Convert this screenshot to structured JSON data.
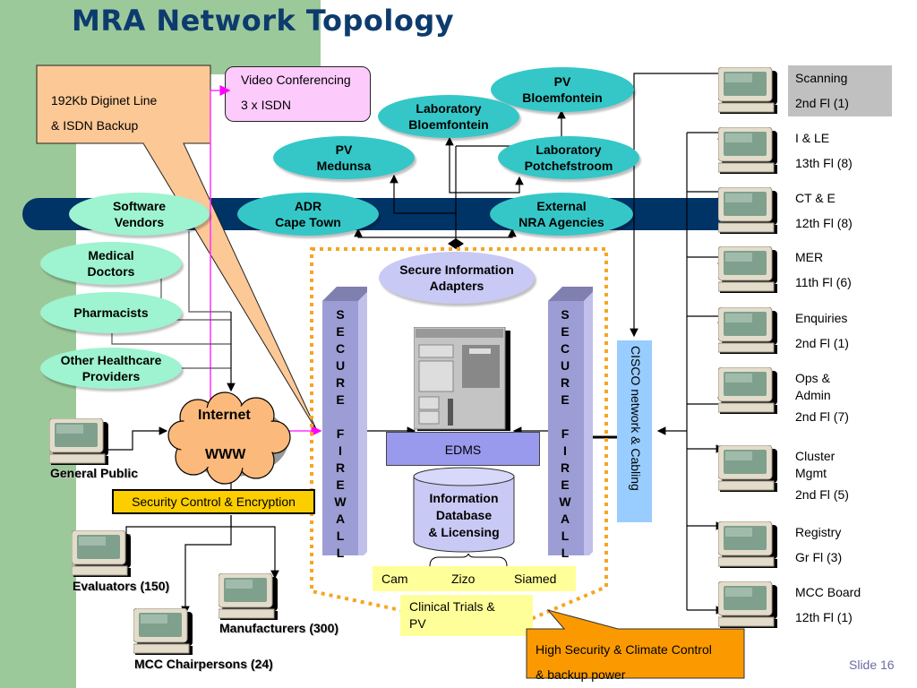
{
  "title": "MRA Network Topology",
  "slide_number": "Slide 16",
  "callouts": {
    "diginet": [
      "192Kb Diginet Line",
      " & ISDN Backup"
    ],
    "video_conf": [
      "Video Conferencing",
      "3 x ISDN"
    ],
    "security": "Security Control & Encryption",
    "high_security": [
      "High Security & Climate Control",
      "& backup power"
    ]
  },
  "external_nodes": {
    "pv_bloemfontein": [
      "PV",
      "Bloemfontein"
    ],
    "lab_bloemfontein": [
      "Laboratory",
      "Bloemfontein"
    ],
    "pv_medunsa": [
      "PV",
      "Medunsa"
    ],
    "lab_potchefstroom": [
      "Laboratory",
      "Potchefstroom"
    ],
    "adr_cape_town": [
      "ADR",
      "Cape Town"
    ],
    "external_nra": [
      "External",
      "NRA Agencies"
    ]
  },
  "stakeholders": {
    "software_vendors": [
      "Software",
      "Vendors"
    ],
    "medical_doctors": [
      "Medical",
      "Doctors"
    ],
    "pharmacists": "Pharmacists",
    "other_healthcare": [
      "Other Healthcare",
      "Providers"
    ]
  },
  "internet": {
    "line1": "Internet",
    "line2": "WWW"
  },
  "public_clients": {
    "general_public": "General Public",
    "evaluators": "Evaluators (150)",
    "manufacturers": "Manufacturers (300)",
    "mcc_chairpersons": "MCC Chairpersons (24)"
  },
  "core": {
    "secure_adapters": [
      "Secure Information",
      "Adapters"
    ],
    "firewall_letters": [
      "S",
      "E",
      "C",
      "U",
      "R",
      "E",
      "",
      "F",
      "I",
      "R",
      "E",
      "W",
      "A",
      "L",
      "L"
    ],
    "edms": "EDMS",
    "database": [
      "Information",
      "Database",
      "& Licensing"
    ],
    "subsystems": [
      "Cam",
      "Zizo",
      "Siamed"
    ],
    "clinical_trials": [
      "Clinical Trials &",
      "PV"
    ],
    "cisco": "CISCO network & Cabling"
  },
  "internal_departments": [
    {
      "name": "Scanning",
      "floor": "2nd Fl (1)",
      "highlighted": true
    },
    {
      "name": "I & LE",
      "floor": "13th Fl (8)"
    },
    {
      "name": "CT & E",
      "floor": "12th Fl (8)"
    },
    {
      "name": "MER",
      "floor": "11th Fl (6)"
    },
    {
      "name": "Enquiries",
      "floor": "2nd Fl (1)"
    },
    {
      "name": "Ops & Admin",
      "name_lines": [
        "Ops &",
        "Admin"
      ],
      "floor": "2nd Fl (7)"
    },
    {
      "name": "Cluster Mgmt",
      "name_lines": [
        "Cluster",
        "Mgmt"
      ],
      "floor": "2nd Fl (5)"
    },
    {
      "name": "Registry",
      "floor": "Gr Fl (3)"
    },
    {
      "name": "MCC Board",
      "floor": "12th Fl (1)"
    }
  ],
  "colors": {
    "title": "#0d3b6e",
    "backbone": "#003366",
    "teal_node": "#35c7c7",
    "mint_node": "#9ef3d0",
    "diginet_callout": "#fcc895",
    "video_callout": "#fccbfc",
    "security_box": "#fcce00",
    "high_security_callout": "#fb9a00",
    "firewall": "#9d9dd5",
    "cisco": "#99ccff",
    "dotted_border": "#f5a623",
    "subsystem_bg": "#ffff99",
    "scanning_bg": "#c0c0c0"
  }
}
